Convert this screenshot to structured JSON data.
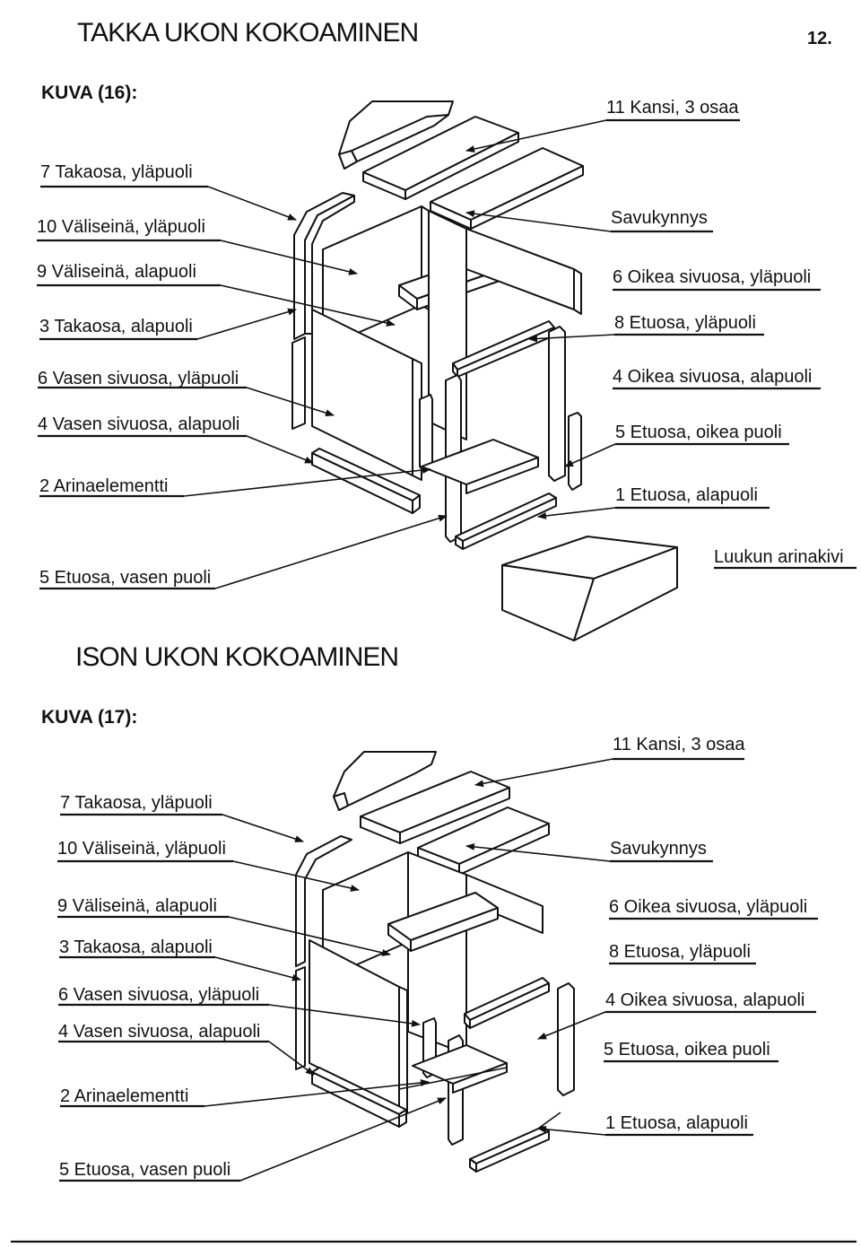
{
  "page": {
    "number": "12."
  },
  "section1": {
    "title": "TAKKA UKON KOKOAMINEN",
    "figure": "KUVA (16):",
    "labels_left": [
      "7 Takaosa, yläpuoli",
      "10 Väliseinä, yläpuoli",
      "9 Väliseinä, alapuoli",
      "3 Takaosa, alapuoli",
      "6 Vasen sivuosa, yläpuoli",
      "4 Vasen sivuosa, alapuoli",
      "2 Arinaelementti",
      "5 Etuosa, vasen puoli"
    ],
    "labels_right": [
      "11 Kansi, 3 osaa",
      "Savukynnys",
      "6 Oikea sivuosa, yläpuoli",
      "8 Etuosa, yläpuoli",
      "4 Oikea sivuosa, alapuoli",
      "5 Etuosa, oikea puoli",
      "1 Etuosa, alapuoli",
      "Luukun arinakivi"
    ]
  },
  "section2": {
    "title": "ISON UKON KOKOAMINEN",
    "figure": "KUVA (17):",
    "labels_left": [
      "7 Takaosa, yläpuoli",
      "10 Väliseinä, yläpuoli",
      "9 Väliseinä, alapuoli",
      "3 Takaosa, alapuoli",
      "6 Vasen sivuosa, yläpuoli",
      "4 Vasen sivuosa, alapuoli",
      "2 Arinaelementti",
      "5 Etuosa, vasen puoli"
    ],
    "labels_right": [
      "11 Kansi, 3 osaa",
      "Savukynnys",
      "6 Oikea sivuosa, yläpuoli",
      "8 Etuosa, yläpuoli",
      "4 Oikea sivuosa, alapuoli",
      "5 Etuosa, oikea puoli",
      "1 Etuosa, alapuoli"
    ]
  }
}
